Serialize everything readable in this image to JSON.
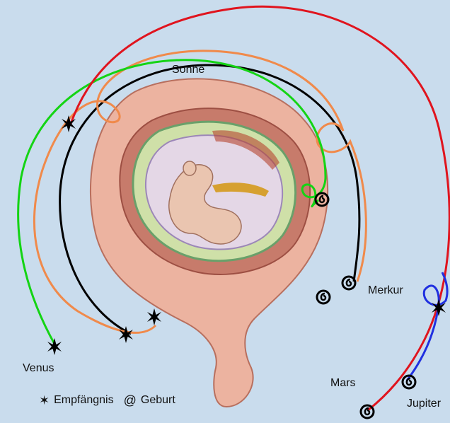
{
  "labels": {
    "sun": "Sonne",
    "mercury": "Merkur",
    "venus": "Venus",
    "mars": "Mars",
    "jupiter": "Jupiter"
  },
  "legend": {
    "conception_symbol": "✶",
    "conception_label": "Empfängnis",
    "birth_symbol": "@",
    "birth_label": "Geburt"
  },
  "colors": {
    "background": "#c9dced",
    "sun": "#000000",
    "mercury": "#f08a4b",
    "venus": "#14d414",
    "mars": "#e0141e",
    "jupiter": "#2030e0",
    "uterus_wall": "#ecb3a0",
    "membrane": "#cfe0a8",
    "embryo": "#eac5b0"
  },
  "icons": [
    "star-icon",
    "spiral-icon"
  ]
}
